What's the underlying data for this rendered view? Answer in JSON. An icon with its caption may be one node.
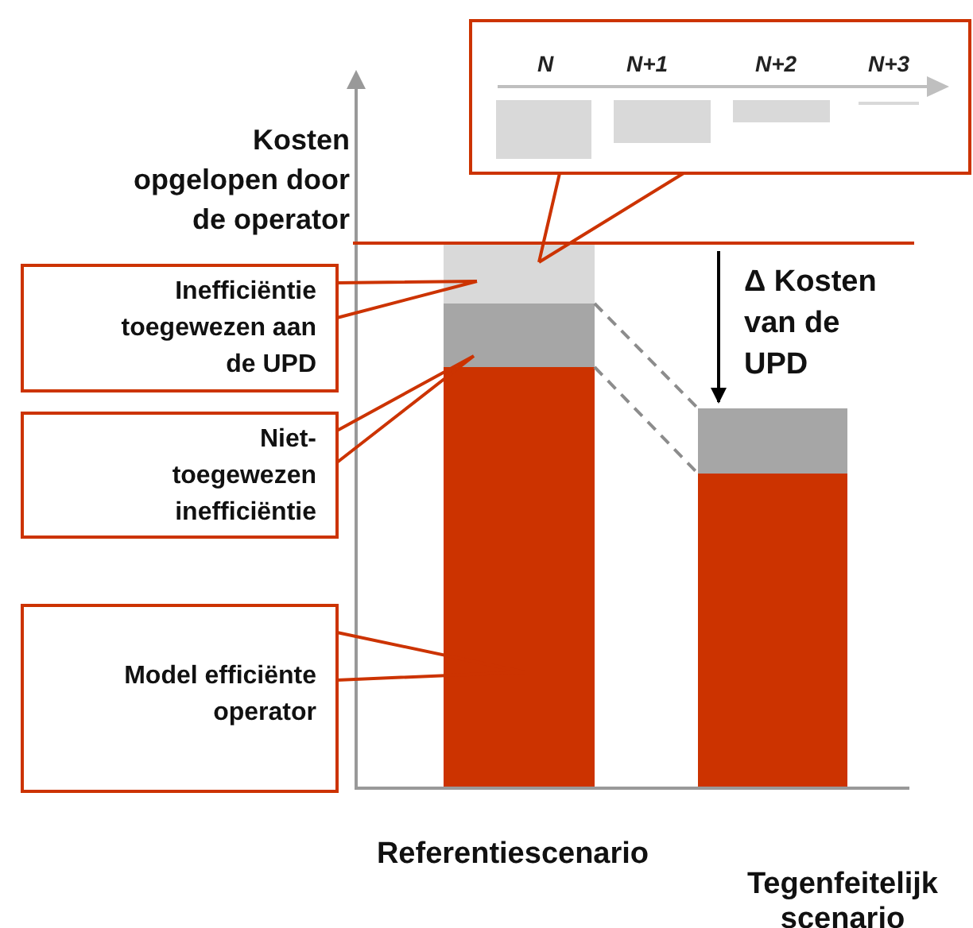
{
  "diagram": {
    "nodes": [
      {
        "text": [
          "N",
          "N+1",
          "N+2",
          "N+3"
        ]
      },
      {
        "text": [
          "Inefficiëntie toegewezen aan de UPD"
        ]
      },
      {
        "text": [
          "Niet- toegewezen inefficiëntie"
        ]
      },
      {
        "text": [
          "Model efficiënte operator"
        ]
      },
      {
        "text": [],
        "shape": "bar"
      },
      {
        "text": [],
        "shape": "bar"
      },
      {
        "text": [],
        "shape": "bar"
      },
      {
        "text": [],
        "shape": "bar"
      },
      {
        "text": [],
        "shape": "bar"
      }
    ],
    "edges": [
      {
        "from": 0,
        "to": 4,
        "arrow": "none"
      },
      {
        "from": 1,
        "to": 4,
        "arrow": "none"
      },
      {
        "from": 2,
        "to": 5,
        "arrow": "none"
      },
      {
        "from": 3,
        "to": 6,
        "arrow": "none"
      },
      {
        "from": 5,
        "to": 7,
        "arrow": "none",
        "style": "dashed",
        "color": "#8c8c8c"
      },
      {
        "from": 6,
        "to": 8,
        "arrow": "none",
        "style": "dashed",
        "color": "#8c8c8c"
      },
      {
        "from": null,
        "to": 7,
        "arrow": "to",
        "label": "Δ Kosten van de UPD",
        "color": "#000000"
      }
    ],
    "labels": [
      "Kosten opgelopen door de operator",
      "Referentiescenario",
      "Tegenfeitelijk scenario"
    ]
  }
}
